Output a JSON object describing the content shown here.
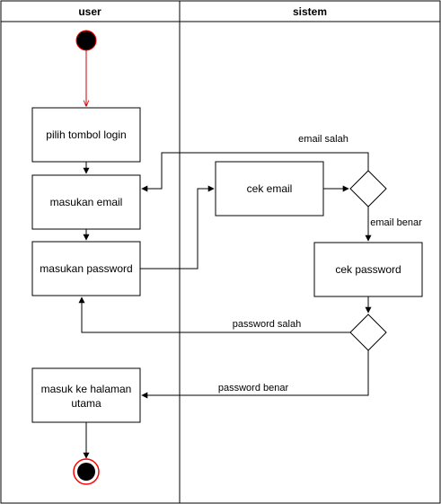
{
  "lanes": {
    "user": "user",
    "sistem": "sistem"
  },
  "nodes": {
    "pilih_tombol_login": "pilih tombol login",
    "masukan_email": "masukan email",
    "masukan_password": "masukan password",
    "masuk_halaman_line1": "masuk ke halaman",
    "masuk_halaman_line2": "utama",
    "cek_email": "cek email",
    "cek_password": "cek password"
  },
  "edges": {
    "email_salah": "email salah",
    "email_benar": "email benar",
    "password_salah": "password salah",
    "password_benar": "password benar"
  },
  "colors": {
    "start_node": "#000000",
    "start_arrow": "#cc0000",
    "end_ring": "#ff0000",
    "line": "#000000"
  }
}
